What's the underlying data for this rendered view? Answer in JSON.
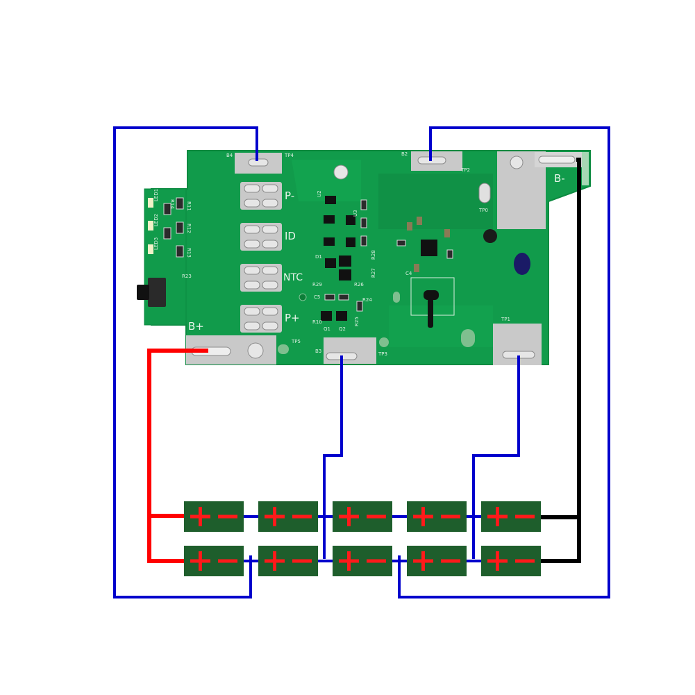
{
  "board": {
    "labels": {
      "b4": "B4",
      "tp4": "TP4",
      "b2": "B2",
      "tp2": "TP2",
      "tp0": "TP0",
      "b_minus": "B-",
      "p_minus": "P-",
      "id": "ID",
      "ntc": "NTC",
      "p_plus": "P+",
      "b_plus": "B+",
      "tp5": "TP5",
      "b3": "B3",
      "tp3": "TP3",
      "tp1": "TP1",
      "u2": "U2",
      "u3": "U3",
      "led1": "LED1",
      "led2": "LED2",
      "led3": "LED3",
      "r11": "R11",
      "r12": "R12",
      "r13": "R13",
      "r14": "R14",
      "r23": "R23",
      "r24": "R24",
      "r25": "R25",
      "r26": "R26",
      "r27": "R27",
      "r28": "R28",
      "r29": "R29",
      "r10": "R10",
      "q1": "Q1",
      "q2": "Q2",
      "d1": "D1",
      "c4": "C4",
      "c5": "C5"
    }
  },
  "cells": {
    "count_per_row": 5,
    "rows": 2,
    "plus_sign": "+",
    "minus_sign": "−"
  },
  "colors": {
    "pcb": "#119b4b",
    "pcb_dark": "#0b7a39",
    "balance_wire": "#0000cc",
    "positive_wire": "#ff0000",
    "negative_wire": "#000000",
    "cell_fill": "#1e5e2c",
    "sign": "#ff1a1a",
    "pad": "#c9c9c9"
  }
}
